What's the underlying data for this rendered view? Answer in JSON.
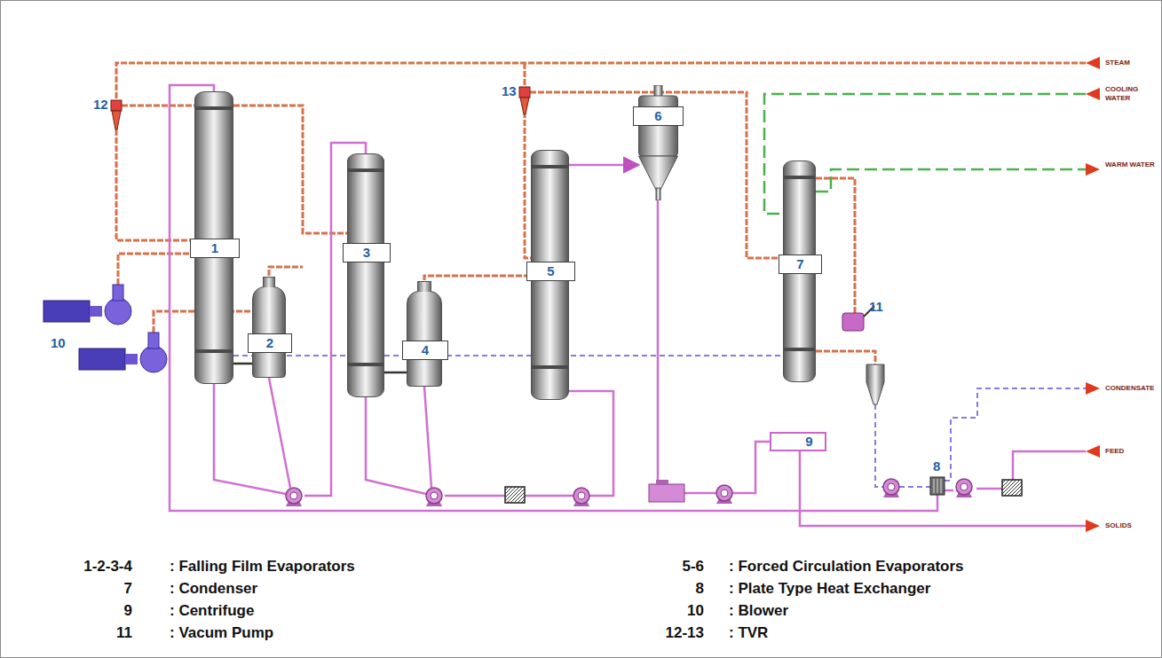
{
  "diagram": {
    "nodes": [
      {
        "text": [
          "1"
        ]
      },
      {
        "text": [
          "2"
        ]
      },
      {
        "text": [
          "3"
        ]
      },
      {
        "text": [
          "4"
        ]
      },
      {
        "text": [
          "5"
        ]
      },
      {
        "text": [
          "6"
        ]
      },
      {
        "text": [
          "7"
        ]
      },
      {
        "text": [
          "9"
        ]
      }
    ],
    "edges": [
      {
        "from": 0,
        "to": 1,
        "arrow": "none"
      },
      {
        "from": 2,
        "to": 3,
        "arrow": "none"
      },
      {
        "from": 4,
        "to": 5,
        "arrow": "to"
      }
    ],
    "labels": [
      "STEAM",
      "COOLING WATER",
      "WARM WATER",
      "CONDENSATE",
      "FEED",
      "SOLIDS",
      "12",
      "13",
      "10",
      "11",
      "8",
      "1-2-3-4",
      ": Falling Film Evaporators",
      "5-6",
      ": Forced Circulation Evaporators",
      "7",
      ": Condenser",
      "8",
      ": Plate Type Heat Exchanger",
      "9",
      ": Centrifuge",
      "10",
      ": Blower",
      "11",
      ": Vacum Pump",
      "12-13",
      ": TVR"
    ]
  }
}
